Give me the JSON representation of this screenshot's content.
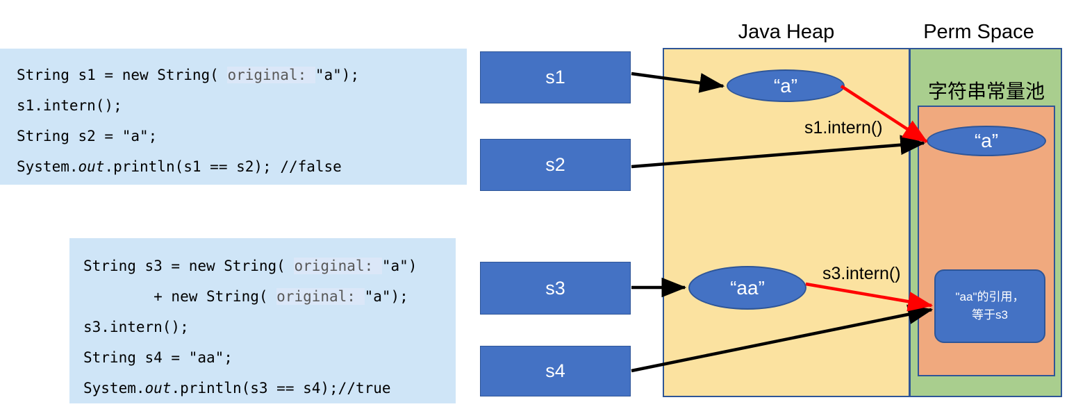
{
  "code_blocks": [
    {
      "name": "string-intern-false-example",
      "lines": [
        [
          {
            "t": "String s1 = new String( "
          },
          {
            "t": "original: ",
            "style": "hl"
          },
          {
            "t": "\"a\");"
          }
        ],
        [
          {
            "t": "s1.intern();"
          }
        ],
        [
          {
            "t": "String s2 = \"a\";"
          }
        ],
        [
          {
            "t": "System."
          },
          {
            "t": "out",
            "style": "it"
          },
          {
            "t": ".println(s1 == s2); //false"
          }
        ]
      ]
    },
    {
      "name": "string-intern-true-example",
      "lines": [
        [
          {
            "t": "String s3 = new String( "
          },
          {
            "t": "original: ",
            "style": "hl"
          },
          {
            "t": "\"a\")"
          }
        ],
        [
          {
            "t": "        + new String( "
          },
          {
            "t": "original: ",
            "style": "hl"
          },
          {
            "t": "\"a\");"
          }
        ],
        [
          {
            "t": "s3.intern();"
          }
        ],
        [
          {
            "t": "String s4 = \"aa\";"
          }
        ],
        [
          {
            "t": "System."
          },
          {
            "t": "out",
            "style": "it"
          },
          {
            "t": ".println(s3 == s4);//true"
          }
        ]
      ]
    }
  ],
  "diagram": {
    "java_heap_title": "Java Heap",
    "perm_space_title": "Perm Space",
    "string_pool_label": "字符串常量池",
    "references": [
      {
        "id": "s1",
        "label": "s1"
      },
      {
        "id": "s2",
        "label": "s2"
      },
      {
        "id": "s3",
        "label": "s3"
      },
      {
        "id": "s4",
        "label": "s4"
      }
    ],
    "heap_objects": [
      {
        "id": "heap-a",
        "label": "“a”"
      },
      {
        "id": "heap-aa",
        "label": "“aa”"
      }
    ],
    "pool_objects": [
      {
        "id": "pool-a",
        "label": "“a”"
      }
    ],
    "pool_reference": {
      "line1": "\"aa\"的引用，",
      "line2": "等于s3"
    },
    "arrow_labels": {
      "s1_intern": "s1.intern()",
      "s3_intern": "s3.intern()"
    },
    "colors": {
      "heap_fill": "#fbe2a0",
      "perm_fill": "#a9ce8e",
      "pool_fill": "#f0a97e",
      "object_fill": "#4472c4",
      "border": "#2e5597",
      "code_bg": "#cfe5f7",
      "intern_arrow": "#ff0000",
      "ref_arrow": "#000000"
    }
  }
}
